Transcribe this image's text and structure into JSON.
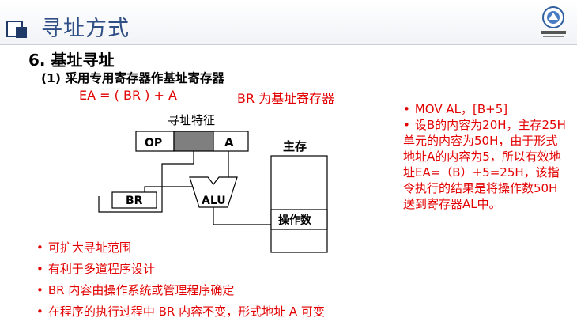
{
  "slide": {
    "title": "寻址方式",
    "heading": "6. 基址寻址",
    "subheading": "(1) 采用专用寄存器作基址寄存器",
    "formula": "EA = ( BR ) + A",
    "formula_note": "BR 为基址寄存器"
  },
  "diagram": {
    "feature_label": "寻址特征",
    "op_label": "OP",
    "a_label": "A",
    "br_label": "BR",
    "alu_label": "ALU",
    "memory_label": "主存",
    "operand_label": "操作数"
  },
  "bullets": [
    "可扩大寻址范围",
    "有利于多道程序设计",
    "BR 内容由操作系统或管理程序确定",
    "在程序的执行过程中 BR 内容不变，形式地址 A 可变"
  ],
  "example": {
    "line1": "MOV AL，[B+5]",
    "line2": "设B的内容为20H，主存25H单元的内容为50H，由于形式地址A的内容为5，所以有效地址EA=（B）+5=25H，该指令执行的结果是将操作数50H送到寄存器AL中。"
  },
  "colors": {
    "title": "#2f4f86",
    "accent_red": "#e30000",
    "feature_fill": "#7f7f7f",
    "deco": "#1f3a66"
  }
}
